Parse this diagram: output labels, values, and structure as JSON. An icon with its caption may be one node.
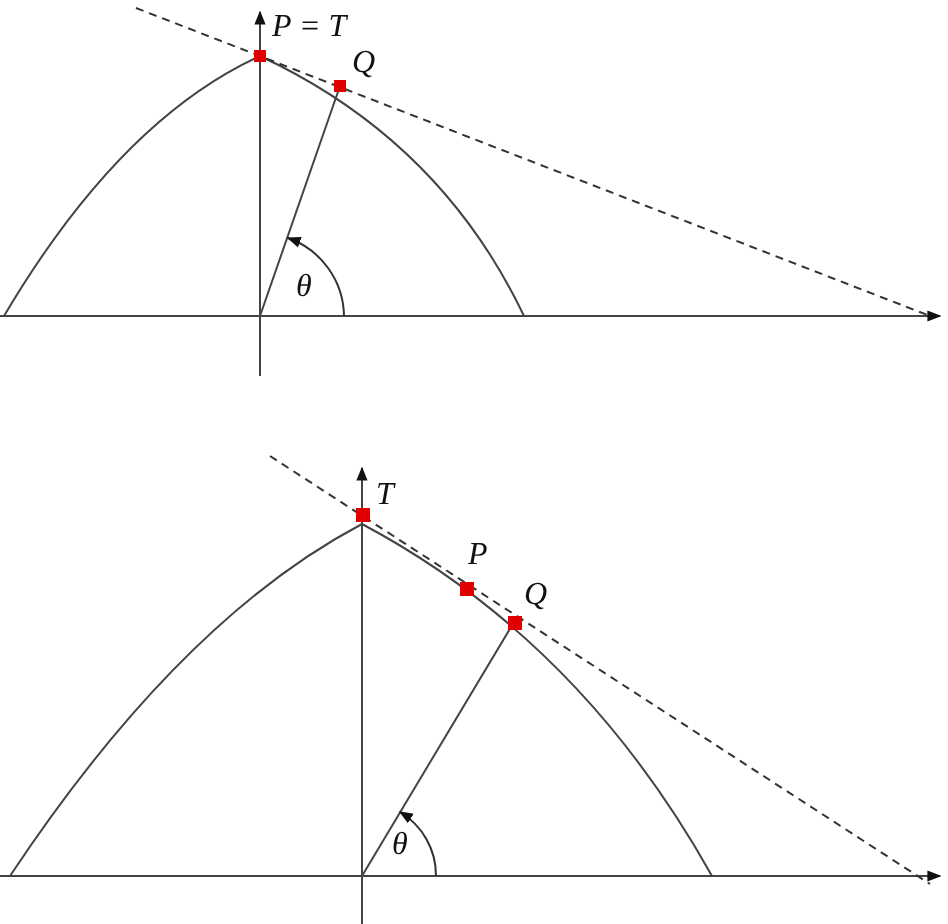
{
  "diagram": {
    "labels": [
      "P = T",
      "Q",
      "θ",
      "T",
      "P",
      "Q",
      "θ"
    ]
  }
}
